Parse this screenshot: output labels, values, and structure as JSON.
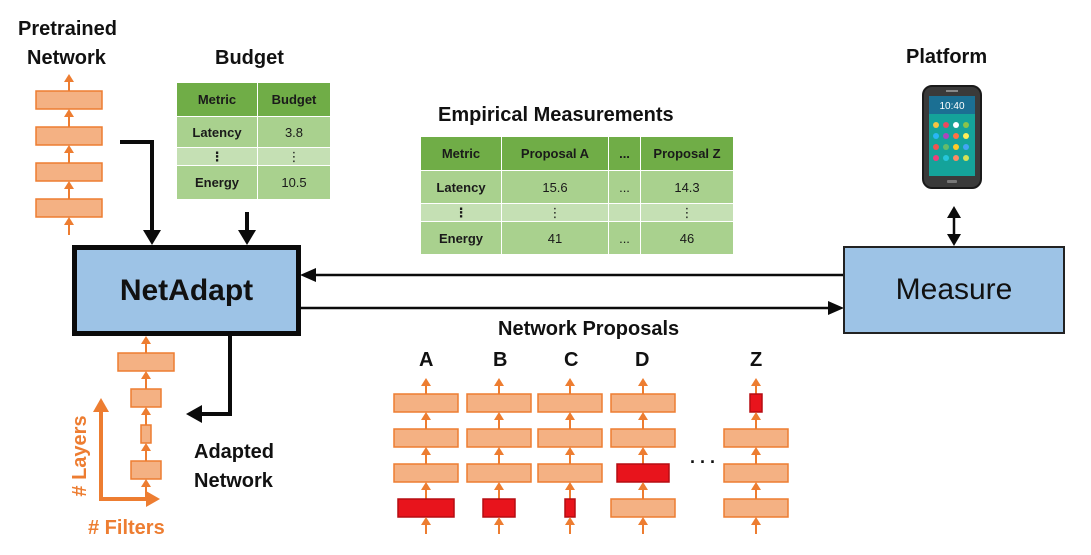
{
  "labels": {
    "pretrained_line1": "Pretrained",
    "pretrained_line2": "Network",
    "budget_title": "Budget",
    "platform_title": "Platform",
    "empirical_title": "Empirical Measurements",
    "netadapt": "NetAdapt",
    "measure": "Measure",
    "proposals_title": "Network Proposals",
    "adapted_line1": "Adapted",
    "adapted_line2": "Network",
    "axis_layers": "# Layers",
    "axis_filters": "# Filters",
    "ellipsis": ". . ."
  },
  "budget_table": {
    "headers": [
      "Metric",
      "Budget"
    ],
    "rows": [
      [
        "Latency",
        "3.8"
      ],
      [
        "⋮",
        "⋮"
      ],
      [
        "Energy",
        "10.5"
      ]
    ]
  },
  "empirical_table": {
    "headers": [
      "Metric",
      "Proposal A",
      "...",
      "Proposal Z"
    ],
    "rows": [
      [
        "Latency",
        "15.6",
        "...",
        "14.3"
      ],
      [
        "⋮",
        "⋮",
        "",
        "⋮"
      ],
      [
        "Energy",
        "41",
        "...",
        "46"
      ]
    ]
  },
  "proposals": [
    {
      "label": "A"
    },
    {
      "label": "B"
    },
    {
      "label": "C"
    },
    {
      "label": "D"
    },
    {
      "label": "Z"
    }
  ],
  "phone": {
    "clock": "10:40"
  },
  "colors": {
    "layer_fill": "#f4b183",
    "layer_border": "#ed7d31",
    "pruned_fill": "#e8141c",
    "box_fill": "#9dc3e6",
    "table_header": "#70ad47",
    "table_row": "#a9d18e",
    "table_row_alt": "#c5e0b4",
    "arrow": "#0b0b0b",
    "orange_arrow": "#ed7d31"
  }
}
